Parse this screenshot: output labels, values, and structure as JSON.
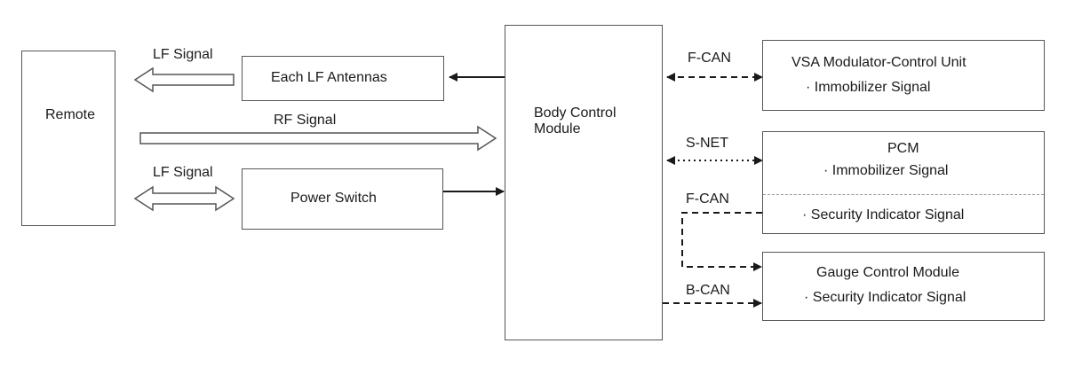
{
  "nodes": {
    "remote": {
      "label": "Remote"
    },
    "lf_antennas": {
      "label": "Each LF Antennas"
    },
    "power_switch": {
      "label": "Power Switch"
    },
    "bcm": {
      "label_line1": "Body Control",
      "label_line2": "Module"
    },
    "vsa": {
      "title": "VSA Modulator-Control Unit",
      "signal": "· Immobilizer Signal"
    },
    "pcm": {
      "title": "PCM",
      "signal1": "· Immobilizer Signal",
      "signal2": "· Security Indicator Signal"
    },
    "gauge": {
      "title": "Gauge Control Module",
      "signal": "· Security Indicator Signal"
    }
  },
  "edges": {
    "lf_signal_top": "LF Signal",
    "rf_signal": "RF Signal",
    "lf_signal_bottom": "LF Signal",
    "fcan_vsa": "F-CAN",
    "snet_pcm": "S-NET",
    "fcan_gauge": "F-CAN",
    "bcan_gauge": "B-CAN"
  }
}
